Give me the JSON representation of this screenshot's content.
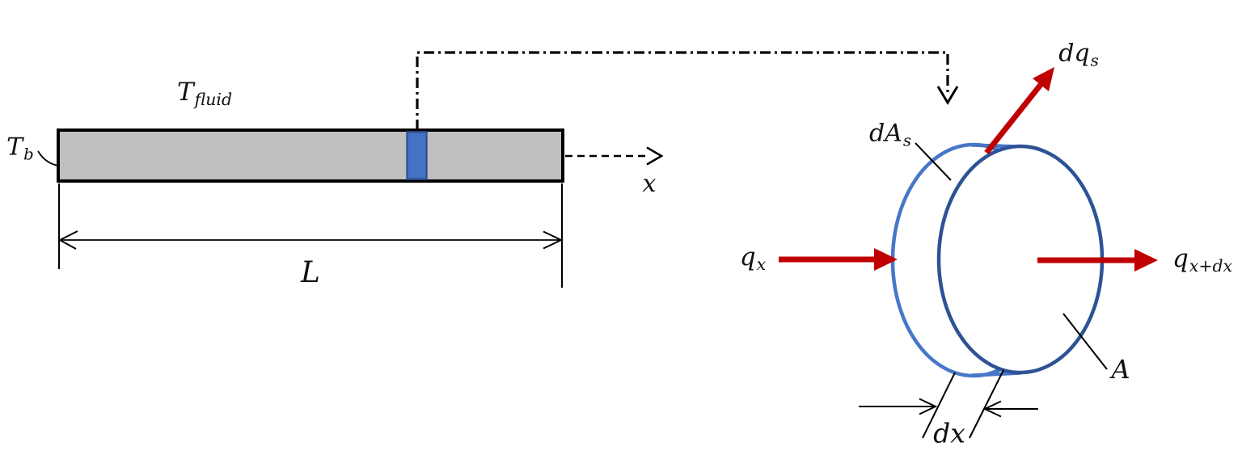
{
  "diagram": {
    "title": "Fin heat-transfer differential element diagram",
    "labels": {
      "t_fluid": {
        "main": "T",
        "sub": "fluid"
      },
      "t_b": {
        "main": "T",
        "sub": "b"
      },
      "length": {
        "main": "L"
      },
      "x_axis": {
        "main": "x"
      },
      "q_x": {
        "main": "q",
        "sub": "x"
      },
      "q_x_plus_dx": {
        "main": "q",
        "sub": "x+dx"
      },
      "dq_s": {
        "main": "dq",
        "sub": "s"
      },
      "dA_s": {
        "main": "dA",
        "sub": "s"
      },
      "area": {
        "main": "A"
      },
      "dx": {
        "main": "dx"
      }
    },
    "colors": {
      "rod_fill": "#BFBFBF",
      "rod_border": "#000000",
      "slice_fill": "#4472C4",
      "slice_border": "#2F5496",
      "disc_back_stroke": "#4777C8",
      "disc_front_stroke": "#2E5395",
      "disc_face_fill": "#FFFFFF",
      "heat_arrow": "#C00000",
      "line": "#000000"
    }
  }
}
